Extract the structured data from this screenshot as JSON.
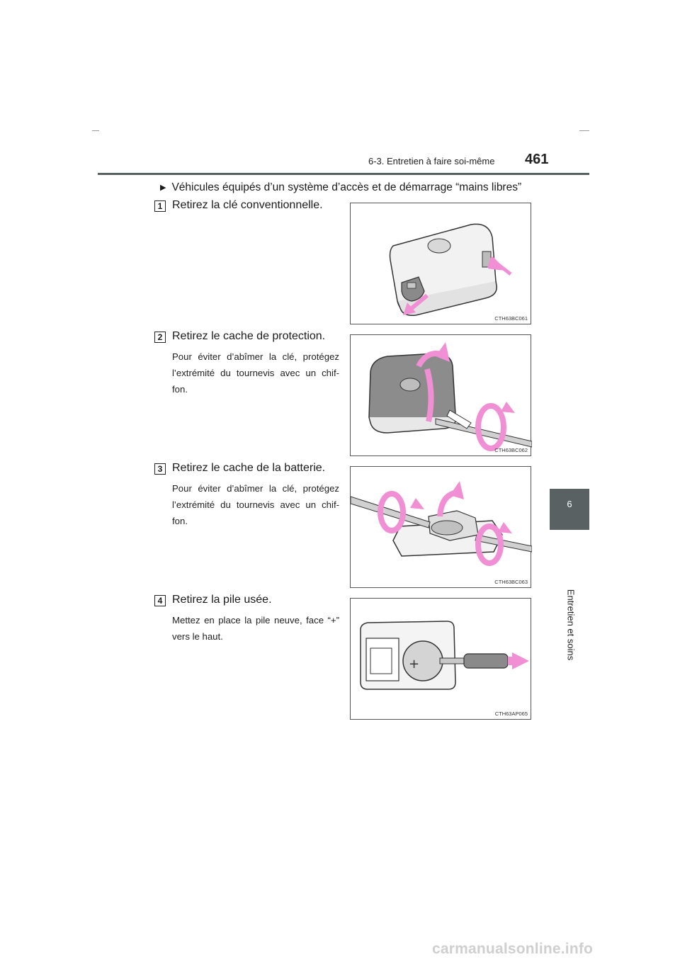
{
  "header": {
    "section_title": "6-3. Entretien à faire soi-même",
    "page_number": "461"
  },
  "chapter_tab": {
    "number": "6",
    "label": "Entretien et soins"
  },
  "intro": {
    "marker_icon": "triangle-right-icon",
    "text": "Véhicules équipés d’un système d’accès et de démarrage “mains libres”"
  },
  "steps": [
    {
      "number": "1",
      "title": "Retirez la clé conventionnelle.",
      "description": "",
      "figure_caption": "CTH63BC061"
    },
    {
      "number": "2",
      "title": "Retirez le cache de protection.",
      "description": "Pour éviter d’abîmer la clé, protégez l’extrémité du tournevis avec un chif-fon.",
      "figure_caption": "CTH63BC062"
    },
    {
      "number": "3",
      "title": "Retirez le cache de la batterie.",
      "description": "Pour éviter d’abîmer la clé, protégez l’extrémité du tournevis avec un chif-fon.",
      "figure_caption": "CTH63BC063"
    },
    {
      "number": "4",
      "title": "Retirez la pile usée.",
      "description": "Mettez en place la pile neuve, face “+” vers le haut.",
      "figure_caption": "CTH63AP065"
    }
  ],
  "colors": {
    "accent_gray": "#5a6163",
    "arrow_pink": "#f08fd4"
  },
  "watermark": "carmanualsonline.info"
}
